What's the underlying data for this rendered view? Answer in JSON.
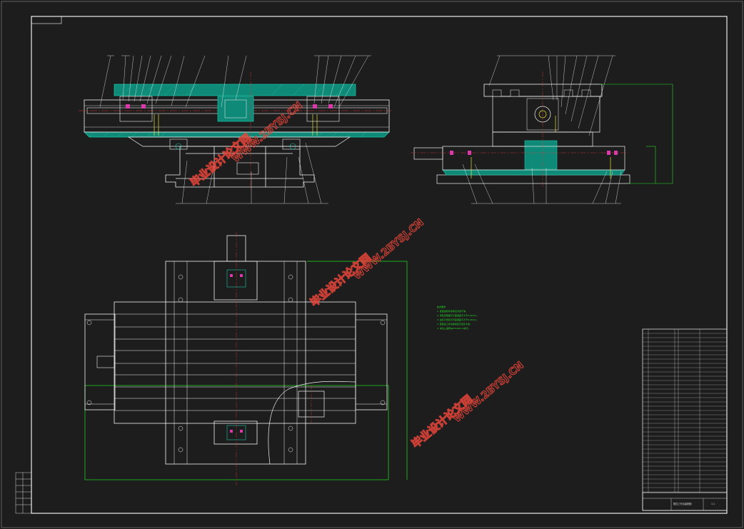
{
  "colors": {
    "background": "#1d1d1d",
    "frame": "#ffffff",
    "outline": "#f2f2f2",
    "section": "#19c7a8",
    "centerline": "#e23a3a",
    "dimension": "#22e022",
    "bolt": "#e4e43a",
    "part_accent": "#d83aa8",
    "watermark": "#e8463a"
  },
  "watermark": {
    "text_cn": "毕业设计论文网",
    "text_url": "WWW.2BYSJ.CN"
  },
  "tech_notes": {
    "title": "技术要求",
    "lines": [
      "1. 装配前所有零件应清洗干净。",
      "2. 导轨安装面平行度误差不大于0.02mm。",
      "3. 丝杠与导轨平行度误差不大于0.03mm。",
      "4. 装配后工作台移动应灵活无卡滞。",
      "5. 未注公差按GB/T1804-m执行。"
    ]
  },
  "title_block": {
    "drawing_title": "数控工作台装配图",
    "scale": "1:1"
  }
}
